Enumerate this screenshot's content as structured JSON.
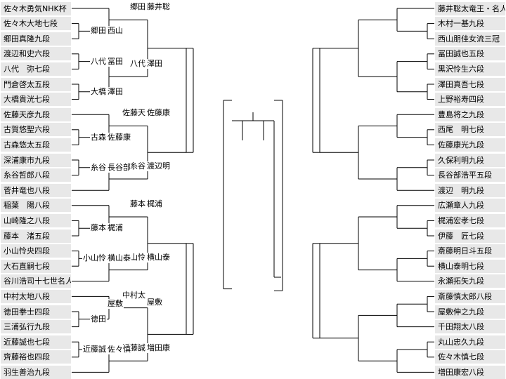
{
  "left": {
    "players": [
      "佐々木勇気NHK杯",
      "佐々木大地七段",
      "郷田真隆九段",
      "渡辺和史六段",
      "八代　弥七段",
      "門倉啓太五段",
      "大橋貴洸七段",
      "佐藤天彦九段",
      "古賀悠聖六段",
      "古森悠太五段",
      "深浦康市九段",
      "糸谷哲郎八段",
      "菅井竜也八段",
      "稲葉　陽八段",
      "山崎隆之八段",
      "藤本　渚五段",
      "小山怜央四段",
      "大石直嗣七段",
      "谷川浩司十七世名人",
      "中村太地八段",
      "徳田拳士四段",
      "三浦弘行九段",
      "近藤誠也七段",
      "齊藤裕也四段",
      "羽生善治九段"
    ],
    "round1": [
      "郷田",
      "八代",
      "大橋",
      "古森",
      "糸谷",
      "藤本",
      "小山怜",
      "徳田",
      "近藤誠"
    ],
    "round2": [
      "郷田",
      "八代",
      "佐藤天",
      "糸谷",
      "藤本",
      "小山怜",
      "中村太",
      "近藤誠"
    ]
  },
  "right": {
    "players": [
      "藤井聡太竜王・名人",
      "木村一基九段",
      "西山朋佳女流三冠",
      "冨田誠也五段",
      "黒沢怜生六段",
      "澤田真吾七段",
      "上野裕寿四段",
      "豊島将之九段",
      "西尾　明七段",
      "佐藤康光九段",
      "久保利明九段",
      "長谷部浩平五段",
      "渡辺　明九段",
      "広瀬章人九段",
      "梶浦宏孝七段",
      "伊藤　匠七段",
      "斎藤明日斗五段",
      "横山泰明七段",
      "永瀬拓矢九段",
      "斎藤慎太郎八段",
      "屋敷伸之九段",
      "千田翔太八段",
      "丸山忠久九段",
      "佐々木慎七段",
      "増田康宏八段"
    ],
    "round1": [
      "西山",
      "冨田",
      "澤田",
      "佐藤康",
      "長谷部",
      "梶浦",
      "横山泰",
      "屋敷",
      "佐々慎"
    ],
    "round2": [
      "藤井聡",
      "澤田",
      "佐藤康",
      "渡辺明",
      "梶浦",
      "横山泰",
      "屋敷",
      "増田康"
    ]
  }
}
